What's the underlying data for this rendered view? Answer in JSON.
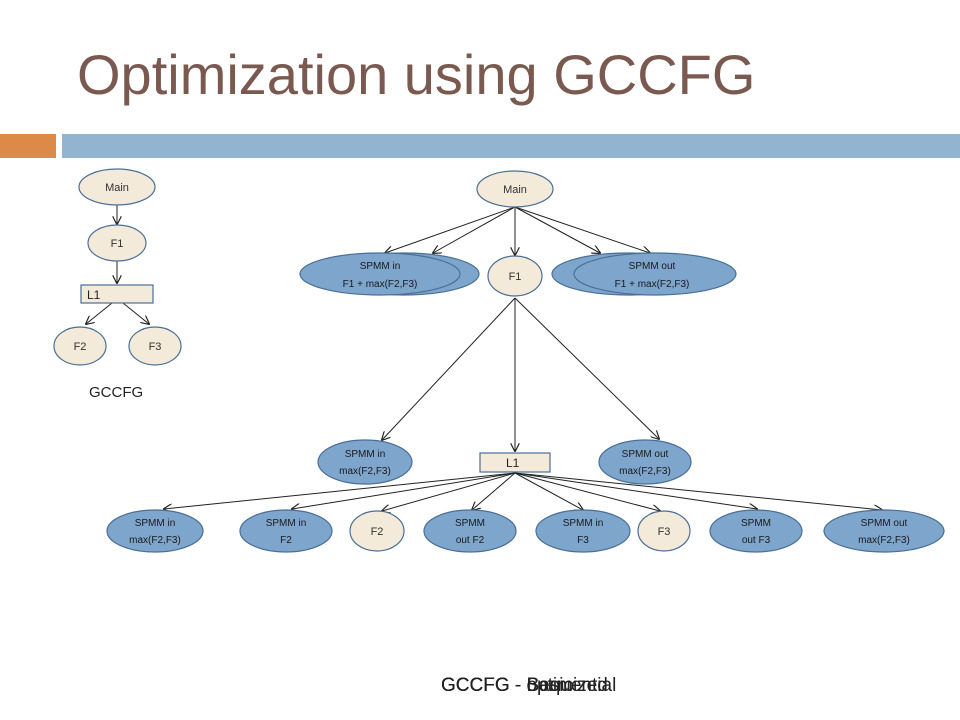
{
  "title": "Optimization using GCCFG",
  "left_graph": {
    "main": "Main",
    "f1": "F1",
    "l1": "L1",
    "f2": "F2",
    "f3": "F3",
    "caption": "GCCFG"
  },
  "right_graph": {
    "main": "Main",
    "f1": "F1",
    "top_spmm_in": [
      "SPMM in",
      "F1 + max(F2,F3)"
    ],
    "top_spmm_out": [
      "SPMM out",
      "F1 + max(F2,F3)"
    ],
    "mid_spmm_in": [
      "SPMM in",
      "max(F2,F3)"
    ],
    "mid_spmm_out": [
      "SPMM out",
      "max(F2,F3)"
    ],
    "l1": "L1",
    "bottom": {
      "spmm_in_max": [
        "SPMM in",
        "max(F2,F3)"
      ],
      "spmm_in_f2": [
        "SPMM in",
        "F2"
      ],
      "f2": "F2",
      "spmm_out_f2": [
        "SPMM",
        "out F2"
      ],
      "spmm_in_f3": [
        "SPMM in",
        "F3"
      ],
      "f3": "F3",
      "spmm_out_f3": [
        "SPMM",
        "out F3"
      ],
      "spmm_out_max": [
        "SPMM out",
        "max(F2,F3)"
      ]
    }
  },
  "captions_overlapping": [
    "GCCFG - Sequential",
    "GCCFG - optimized",
    "GCCFG - Basic"
  ],
  "colors": {
    "title": "#7a5a50",
    "accent_orange": "#dd8a48",
    "accent_blue": "#93b4d1",
    "node_cream": "#f3ead9",
    "node_blue": "#7ea5cc",
    "node_stroke": "#4a6f96"
  }
}
